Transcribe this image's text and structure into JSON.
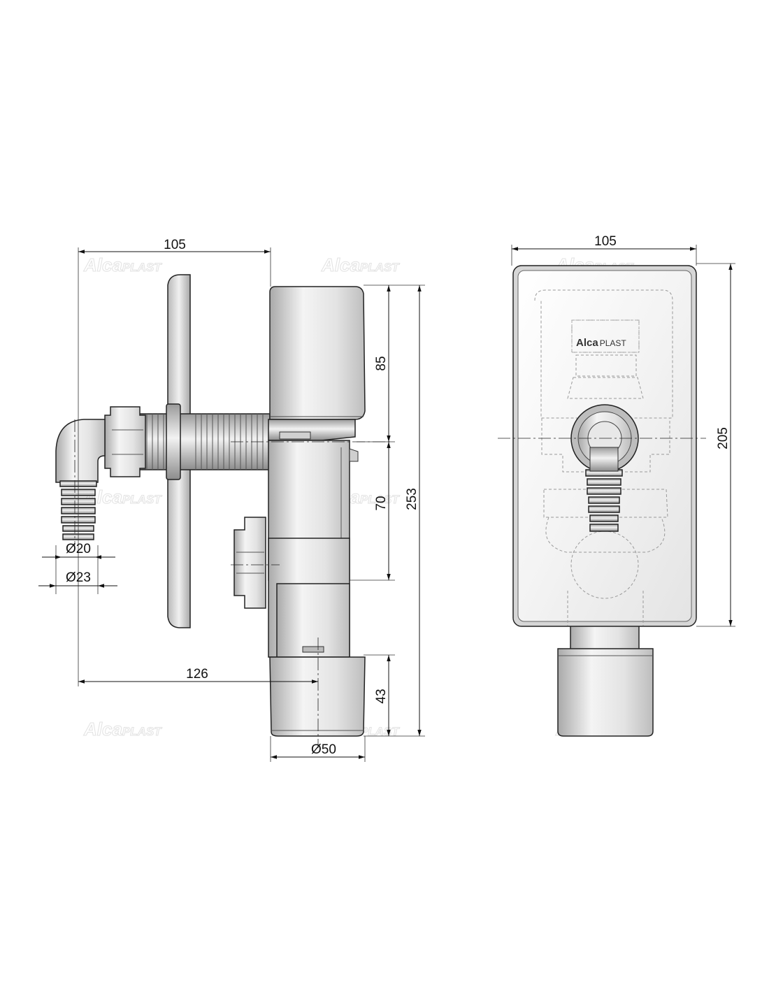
{
  "watermark": {
    "brand_a": "Alca",
    "brand_b": "PLAST"
  },
  "logo": {
    "brand_a": "Alca",
    "brand_b": "PLAST"
  },
  "side_view": {
    "dim_width_top": "105",
    "dim_height_upper": "85",
    "dim_height_middle": "70",
    "dim_height_total": "253",
    "dim_outlet_height": "43",
    "dim_offset_horizontal": "126",
    "dim_outlet_diameter": "Ø50",
    "dim_hose_inner": "Ø20",
    "dim_hose_outer": "Ø23"
  },
  "front_view": {
    "dim_width_top": "105",
    "dim_height_right": "205"
  }
}
